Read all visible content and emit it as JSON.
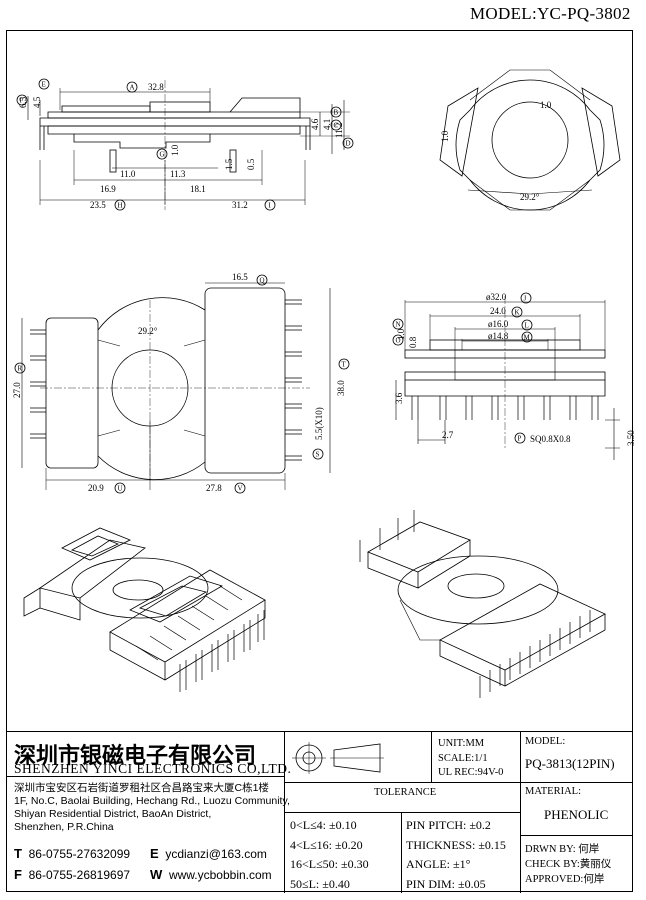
{
  "header": {
    "model": "MODEL:YC-PQ-3802"
  },
  "drawing": {
    "side_top": {
      "dims": [
        "32.8",
        "6.3",
        "4.5",
        "4.6",
        "4.1",
        "11.2",
        "1.0",
        "11.0",
        "11.3",
        "1.5",
        "0.5",
        "16.9",
        "18.1",
        "23.5",
        "31.2"
      ],
      "letters": [
        "A",
        "B",
        "C",
        "D",
        "E",
        "F",
        "G",
        "H",
        "I"
      ]
    },
    "top_right": {
      "dims": [
        "1.0",
        "1.0",
        "29.2°"
      ]
    },
    "plan": {
      "dims": [
        "16.5",
        "29.2°",
        "27.0",
        "38.0",
        "5.5(X10)",
        "20.9",
        "27.8"
      ],
      "letters": [
        "Q",
        "R",
        "S",
        "T",
        "U",
        "V"
      ]
    },
    "front": {
      "dims": [
        "ø32.0",
        "24.0",
        "ø16.0",
        "ø14.8",
        "1.0",
        "0.8",
        "3.6",
        "2.7",
        "SQ0.8X0.8",
        "3.50"
      ],
      "letters": [
        "J",
        "K",
        "L",
        "M",
        "N",
        "O",
        "P"
      ]
    }
  },
  "title_block": {
    "company_cn": "深圳市银磁电子有限公司",
    "company_en": "SHENZHEN YINCI ELECTRONICS CO,LTD.",
    "address_lines": [
      "深圳市宝安区石岩街道罗租社区合昌路宝来大厦C栋1楼",
      "1F, No.C, Baolai Building, Hechang Rd., Luozu Community,",
      "Shiyan Residential District, BaoAn District,",
      "Shenzhen, P.R.China"
    ],
    "contacts": {
      "tel_label": "T",
      "tel": "86-0755-27632099",
      "fax_label": "F",
      "fax": "86-0755-26819697",
      "email_label": "E",
      "email": "ycdianzi@163.com",
      "web_label": "W",
      "web": "www.ycbobbin.com"
    },
    "unit": "UNIT:MM",
    "scale": "SCALE:1/1",
    "ul_rec": "UL REC:94V-0",
    "model_label": "MODEL:",
    "model_value": "PQ-3813(12PIN)",
    "material_label": "MATERIAL:",
    "material_value": "PHENOLIC",
    "tolerance_title": "TOLERANCE",
    "tolerances_left": [
      "0<L≤4: ±0.10",
      "4<L≤16: ±0.20",
      "16<L≤50: ±0.30",
      "50≤L: ±0.40"
    ],
    "tolerances_right": [
      "PIN PITCH: ±0.2",
      "THICKNESS: ±0.15",
      "ANGLE: ±1°",
      "PIN DIM: ±0.05"
    ],
    "drawn_by": "DRWN BY: 何岸",
    "check_by": "CHECK BY:黄丽仪",
    "approved": "APPROVED:何岸"
  }
}
